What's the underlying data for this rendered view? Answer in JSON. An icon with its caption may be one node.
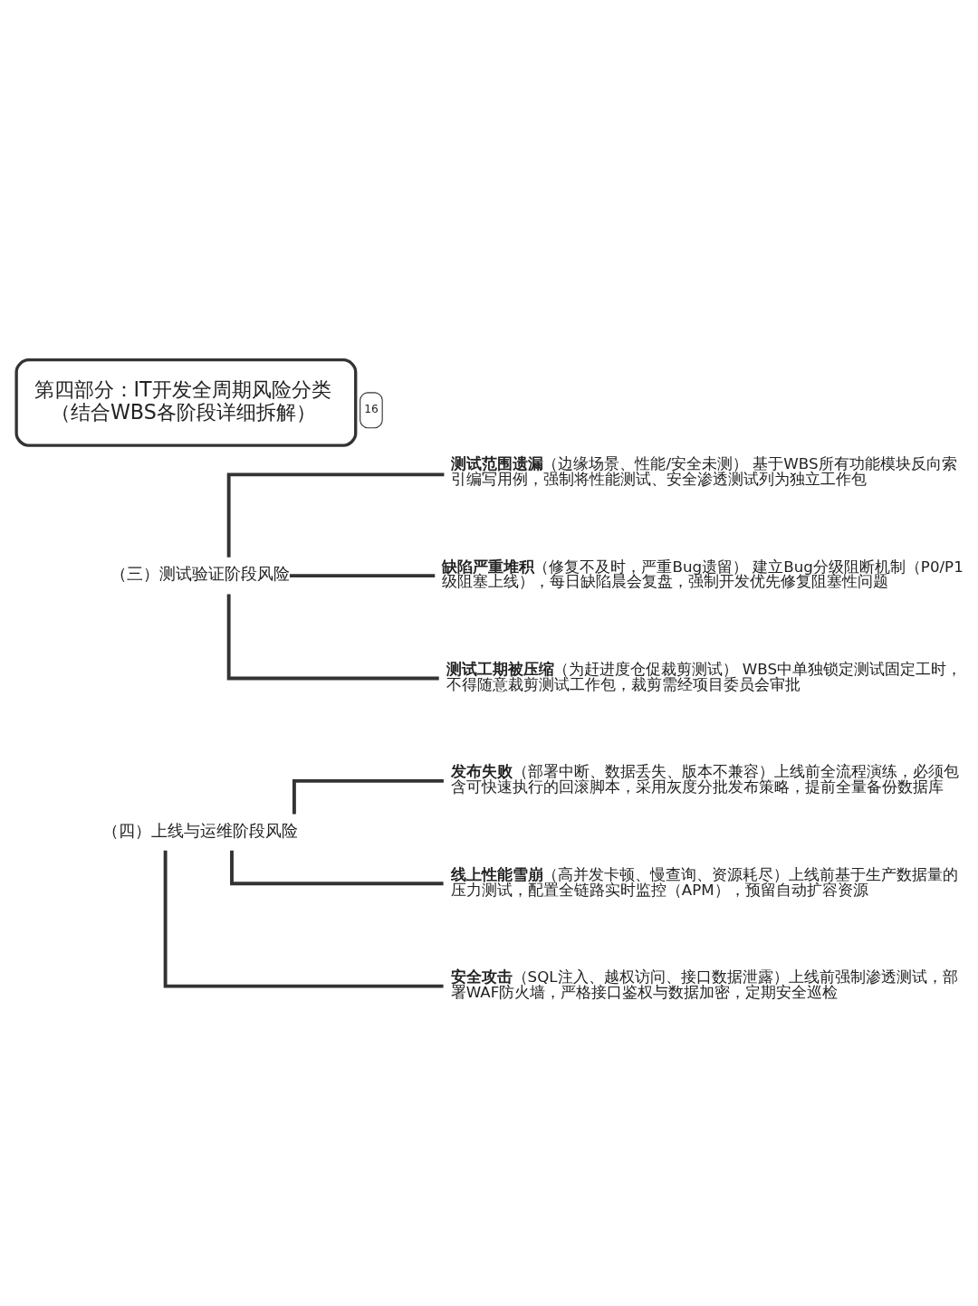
{
  "diagram": {
    "nodes": [
      {
        "text": [
          "第四部分：IT开发全周期风险分类（结合WBS各阶段详细拆解）"
        ],
        "beside": [
          "16"
        ]
      },
      {
        "text": [
          "（三）测试验证阶段风险"
        ]
      },
      {
        "text": [
          "**测试范围遗漏**（边缘场景、性能/安全未测） 基于WBS所有功能模块反向索引编写用例，强制将性能测试、安全渗透测试列为独立工作包"
        ]
      },
      {
        "text": [
          "**缺陷严重堆积**（修复不及时，严重Bug遗留） 建立Bug分级阻断机制（P0/P1级阻塞上线），每日缺陷晨会复盘，强制开发优先修复阻塞性问题"
        ]
      },
      {
        "text": [
          "**测试工期被压缩**（为赶进度仓促裁剪测试） WBS中单独锁定测试固定工时，不得随意裁剪测试工作包，裁剪需经项目委员会审批"
        ]
      },
      {
        "text": [
          "（四）上线与运维阶段风险"
        ]
      },
      {
        "text": [
          "**发布失败**（部署中断、数据丢失、版本不兼容）上线前全流程演练，必须包含可快速执行的回滚脚本，采用灰度分批发布策略，提前全量备份数据库"
        ]
      },
      {
        "text": [
          "**线上性能雪崩**（高并发卡顿、慢查询、资源耗尽）上线前基于生产数据量的压力测试，配置全链路实时监控（APM），预留自动扩容资源"
        ]
      },
      {
        "text": [
          "**安全攻击**（SQL注入、越权访问、接口数据泄露）上线前强制渗透测试，部署WAF防火墙，严格接口鉴权与数据加密，定期安全巡检"
        ]
      }
    ],
    "edges": [
      {
        "from": 1,
        "to": 2,
        "arrow": "none"
      },
      {
        "from": 1,
        "to": 3,
        "arrow": "none"
      },
      {
        "from": 1,
        "to": 4,
        "arrow": "none"
      },
      {
        "from": 5,
        "to": 6,
        "arrow": "none"
      },
      {
        "from": 5,
        "to": 7,
        "arrow": "none"
      },
      {
        "from": 5,
        "to": 8,
        "arrow": "none"
      }
    ]
  }
}
